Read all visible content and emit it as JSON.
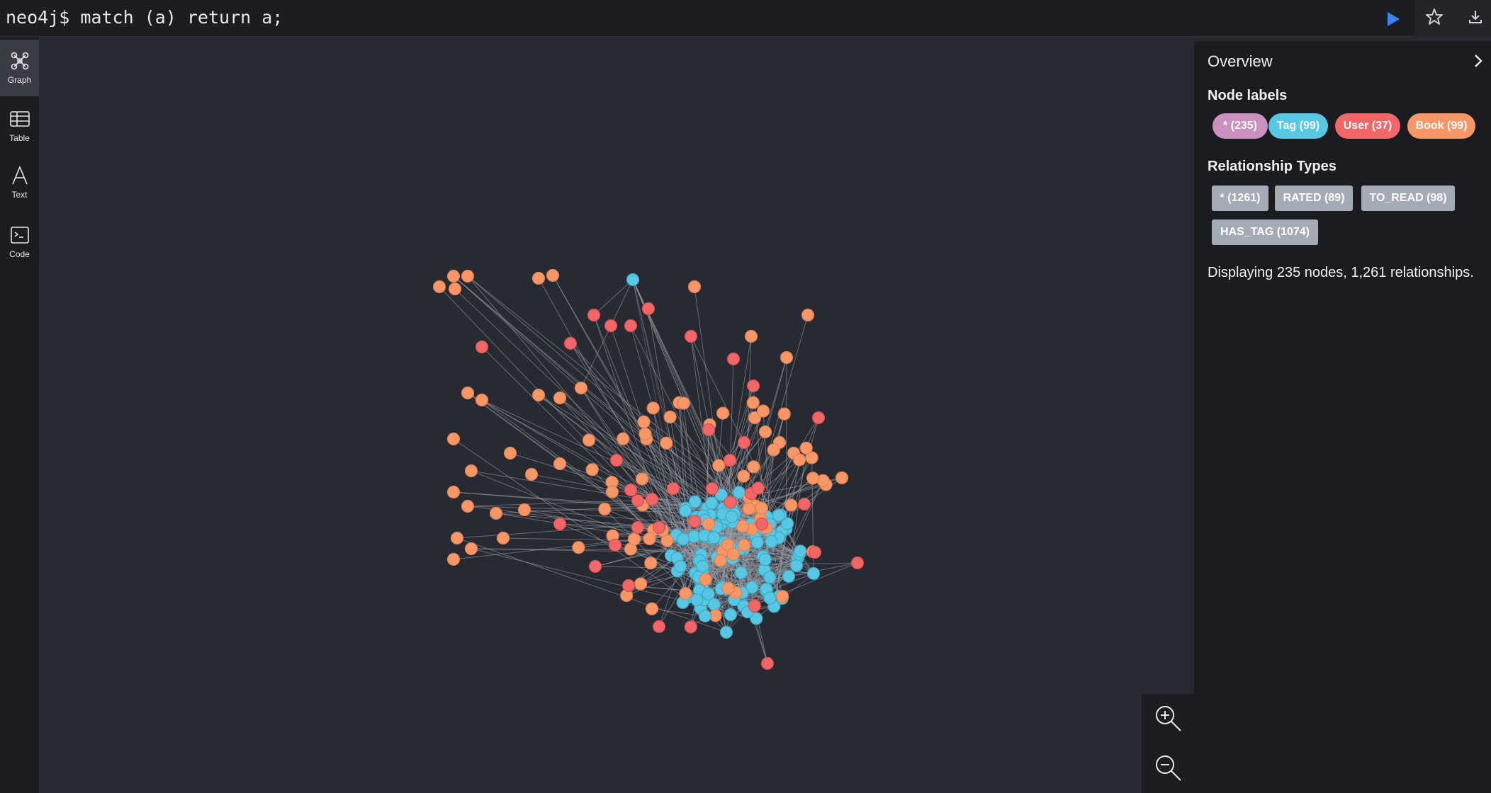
{
  "editor": {
    "query": "neo4j$ match (a) return a;",
    "run_icon": "play-icon",
    "star_icon": "star-icon",
    "download_icon": "download-icon"
  },
  "sidebar": {
    "items": [
      {
        "label": "Graph",
        "icon": "graph-icon",
        "active": true
      },
      {
        "label": "Table",
        "icon": "table-icon",
        "active": false
      },
      {
        "label": "Text",
        "icon": "text-icon",
        "active": false
      },
      {
        "label": "Code",
        "icon": "code-icon",
        "active": false
      }
    ]
  },
  "overview": {
    "title": "Overview",
    "node_labels_heading": "Node labels",
    "node_labels": [
      {
        "label": "* (235)",
        "color": "#c990c0"
      },
      {
        "label": "Tag (99)",
        "color": "#57c7e3"
      },
      {
        "label": "User (37)",
        "color": "#f16667"
      },
      {
        "label": "Book (99)",
        "color": "#f79767"
      }
    ],
    "relationship_types_heading": "Relationship Types",
    "relationship_types": [
      {
        "label": "* (1261)"
      },
      {
        "label": "RATED (89)"
      },
      {
        "label": "TO_READ (98)"
      },
      {
        "label": "HAS_TAG (1074)"
      }
    ],
    "summary": "Displaying 235 nodes, 1,261 relationships."
  },
  "zoom": {
    "zoom_in_icon": "zoom-in-icon",
    "zoom_out_icon": "zoom-out-icon"
  },
  "colors": {
    "tag": "#57c7e3",
    "user": "#f16667",
    "book": "#f79767",
    "edge": "#9aa0aa",
    "run": "#3b82f6"
  }
}
